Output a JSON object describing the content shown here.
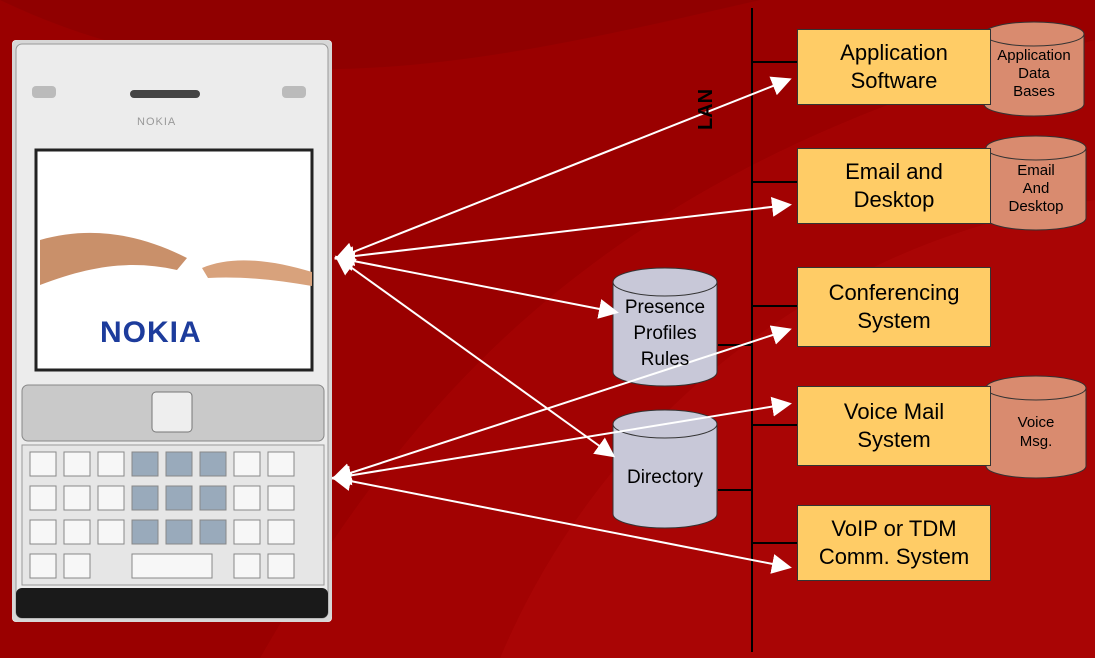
{
  "phone": {
    "brand_logo": "NOKIA",
    "screen_logo": "NOKIA"
  },
  "lan_label": "LAN",
  "boxes": [
    {
      "key": "app",
      "label": "Application\nSoftware"
    },
    {
      "key": "email",
      "label": "Email and\nDesktop"
    },
    {
      "key": "conf",
      "label": "Conferencing\nSystem"
    },
    {
      "key": "voicemail",
      "label": "Voice Mail\nSystem"
    },
    {
      "key": "voip",
      "label": "VoIP or TDM\nComm. System"
    }
  ],
  "databases": [
    {
      "key": "appdb",
      "label": "Application\nData\nBases",
      "color": "#d98b6f"
    },
    {
      "key": "emaildb",
      "label": "Email\nAnd\nDesktop",
      "color": "#d98b6f"
    },
    {
      "key": "voicedb",
      "label": "Voice\nMsg.",
      "color": "#d98b6f"
    },
    {
      "key": "presence",
      "label": "Presence\nProfiles\nRules",
      "color": "#c8c8d8"
    },
    {
      "key": "directory",
      "label": "Directory",
      "color": "#c8c8d8"
    }
  ],
  "colors": {
    "background": "#9a0000",
    "box_fill": "#ffcc66",
    "arrow": "#ffffff",
    "lan_line": "#000000"
  }
}
